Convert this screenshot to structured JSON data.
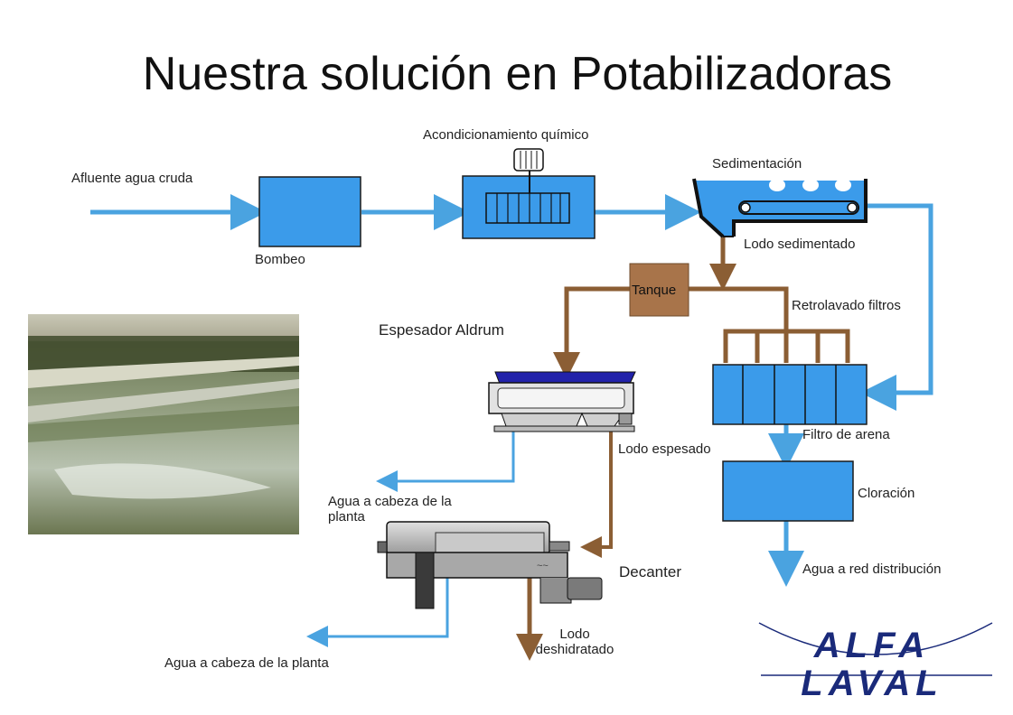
{
  "title": "Nuestra solución en Potabilizadoras",
  "labels": {
    "afluente": "Afluente agua cruda",
    "bombeo": "Bombeo",
    "acondicionamiento": "Acondicionamiento químico",
    "sedimentacion": "Sedimentación",
    "lodo_sedimentado": "Lodo sedimentado",
    "tanque": "Tanque",
    "retrolavado": "Retrolavado filtros",
    "espesador": "Espesador Aldrum",
    "filtro_arena": "Filtro de arena",
    "lodo_espesado": "Lodo espesado",
    "cloracion": "Cloración",
    "agua_cabeza_1": "Agua a cabeza de la planta",
    "decanter": "Decanter",
    "agua_red": "Agua a red distribución",
    "lodo_deshidratado": "Lodo deshidratado",
    "agua_cabeza_2": "Agua a cabeza de la planta"
  },
  "logo": {
    "text": "ALFA LAVAL"
  },
  "colors": {
    "water": "#4aa3e0",
    "sludge": "#8b5e34",
    "unit_fill": "#3b9bea",
    "tank_fill": "#a8744a",
    "text": "#222222"
  }
}
